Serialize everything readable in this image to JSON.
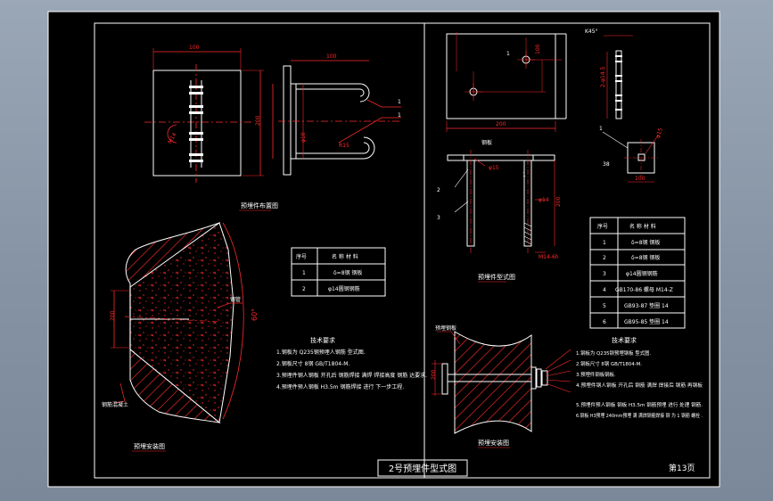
{
  "colors": {
    "background": "#000000",
    "frame": "#ffffff",
    "geometry": "#ffffff",
    "dimension": "#ff0000",
    "hatch": "#ff2a2a",
    "text": "#ffffff"
  },
  "title_block": {
    "title": "2号预埋件型式图",
    "page": "第13页"
  },
  "left_top": {
    "view_label": "预埋件布置图",
    "dims": {
      "width": "100",
      "right_width": "100",
      "height": "200",
      "hole": "φ10",
      "radius": "R15",
      "bolt": "M14"
    },
    "callouts": [
      "1",
      "1"
    ]
  },
  "left_bottom": {
    "view_label": "预埋安装图",
    "wall_label": "钢筋混凝土",
    "tick_label": "钢管",
    "angle": "60°",
    "dim_v": "200"
  },
  "table_left": {
    "header": [
      "序号",
      "名 称 材 料"
    ],
    "rows": [
      [
        "1",
        "δ=8钢 钢板"
      ],
      [
        "2",
        "φ14圆钢钢筋"
      ]
    ]
  },
  "tech_left": {
    "title": "技术要求",
    "lines": [
      "1.钢板为 Q235钢预埋人钢筋 型式图.",
      "2.钢板尺寸 8钢 GB/T1804-M.",
      "3.预埋件钢人钢板 开孔后 钢筋焊接 满焊 焊接高度 钢筋 达要求.",
      "4.预埋件预人钢板 H3.5m 钢筋焊接 进行 下一步工程."
    ]
  },
  "right_top": {
    "dims": {
      "k": "K45°",
      "w": "100",
      "hole": "2-φ14.5",
      "h": "200",
      "w2": "100",
      "hole2": "φ15",
      "r": "38"
    },
    "callouts": [
      "1",
      "1"
    ]
  },
  "right_mid": {
    "view_label": "预埋件型式图",
    "tag_top": "钢板",
    "callouts": [
      "1",
      "2",
      "3"
    ],
    "dims": {
      "d1": "φ14",
      "d2": "M14-6h",
      "len": "200",
      "hole": "φ15"
    }
  },
  "right_bottom": {
    "view_label": "预埋安装图",
    "tag": "预埋钢板",
    "dim_v": "200"
  },
  "table_right": {
    "header": [
      "序号",
      "名 称 材 料"
    ],
    "rows": [
      [
        "1",
        "δ=8钢 钢板"
      ],
      [
        "2",
        "δ=8钢 钢板"
      ],
      [
        "3",
        "φ14圆钢钢筋"
      ],
      [
        "4",
        "GB170-86 螺母 M14-Z"
      ],
      [
        "5",
        "GB93-87 垫圈 14"
      ],
      [
        "6",
        "GB95-85 垫圈 14"
      ]
    ]
  },
  "tech_right": {
    "title": "技术要求",
    "lines": [
      "1.钢板为 Q235钢预埋钢板 型式图.",
      "2.钢板尺寸 8钢 GB/T1804-M.",
      "3.预埋件钢板钢板.",
      "4.预埋件钢人钢板 开孔后 钢筋 满焊 焊接后 钢筋 再钢板",
      "5.预埋件预人钢板 钢板 H3.5m 钢筋预埋 进行 处理 钢筋.",
      "6.钢板 H3预埋 240mm预埋 满 满焊钢筋焊接 钢 为 1 钢筋 螺栓 ."
    ]
  }
}
